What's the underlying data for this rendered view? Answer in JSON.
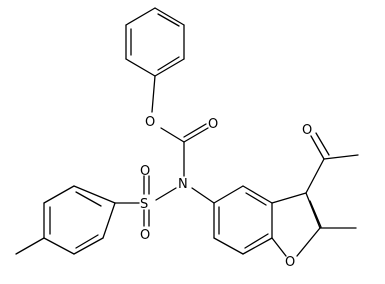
{
  "atoms": {
    "phenoxy_oxygen": "O",
    "carbonyl_oxygen": "O",
    "nitrogen": "N",
    "sulfur": "S",
    "sulfonyl_oxygen_upper": "O",
    "sulfonyl_oxygen_lower": "O",
    "acetyl_oxygen": "O",
    "furan_oxygen": "O"
  },
  "colors": {
    "bond": "#000000",
    "label": "#000000",
    "background": "#ffffff"
  }
}
